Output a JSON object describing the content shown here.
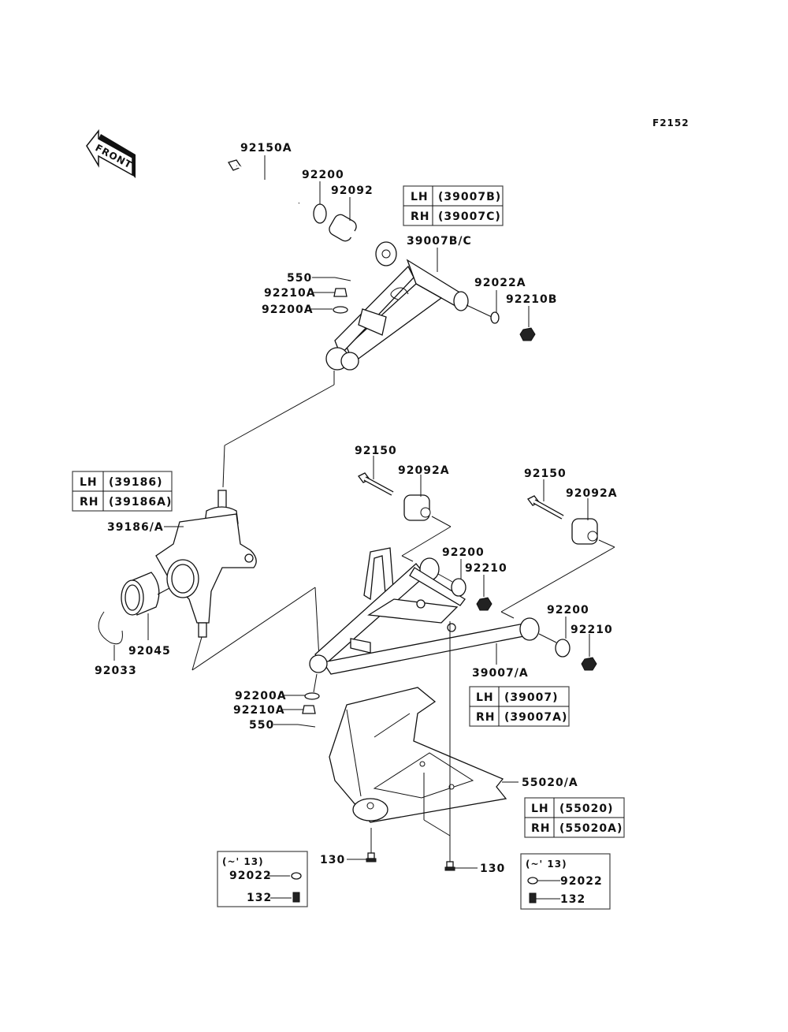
{
  "diagram_id": "F2152",
  "front_label": "FRONT",
  "labels": {
    "bolt_upper": "92150A",
    "washer_upper": "92200",
    "bushing_upper": "92092",
    "arm_upper": "39007B/C",
    "washer_upper_rear": "92022A",
    "nut_upper_rear": "92210B",
    "cotter_upper": "550",
    "castle_nut_upper": "92210A",
    "washer_ball_upper": "92200A",
    "knuckle": "39186/A",
    "bearing": "92045",
    "circlip": "92033",
    "bolt_lower_front": "92150",
    "bushing_lower_front": "92092A",
    "bolt_lower_rear": "92150",
    "bushing_lower_rear": "92092A",
    "washer_lower_front": "92200",
    "nut_lower_front": "92210",
    "washer_lower_rear": "92200",
    "nut_lower_rear": "92210",
    "arm_lower": "39007/A",
    "washer_ball_lower": "92200A",
    "castle_nut_lower": "92210A",
    "cotter_lower": "550",
    "guard": "55020/A",
    "bolt_guard_left": "130",
    "bolt_guard_right": "130"
  },
  "tables": {
    "upper_arm": [
      {
        "side": "LH",
        "part": "(39007B)"
      },
      {
        "side": "RH",
        "part": "(39007C)"
      }
    ],
    "knuckle": [
      {
        "side": "LH",
        "part": "(39186)"
      },
      {
        "side": "RH",
        "part": "(39186A)"
      }
    ],
    "lower_arm": [
      {
        "side": "LH",
        "part": "(39007)"
      },
      {
        "side": "RH",
        "part": "(39007A)"
      }
    ],
    "guard": [
      {
        "side": "LH",
        "part": "(55020)"
      },
      {
        "side": "RH",
        "part": "(55020A)"
      }
    ]
  },
  "notes": {
    "left": {
      "title": "(~' 13)",
      "washer": "92022",
      "bolt": "132"
    },
    "right": {
      "title": "(~' 13)",
      "washer": "92022",
      "bolt": "132"
    }
  }
}
